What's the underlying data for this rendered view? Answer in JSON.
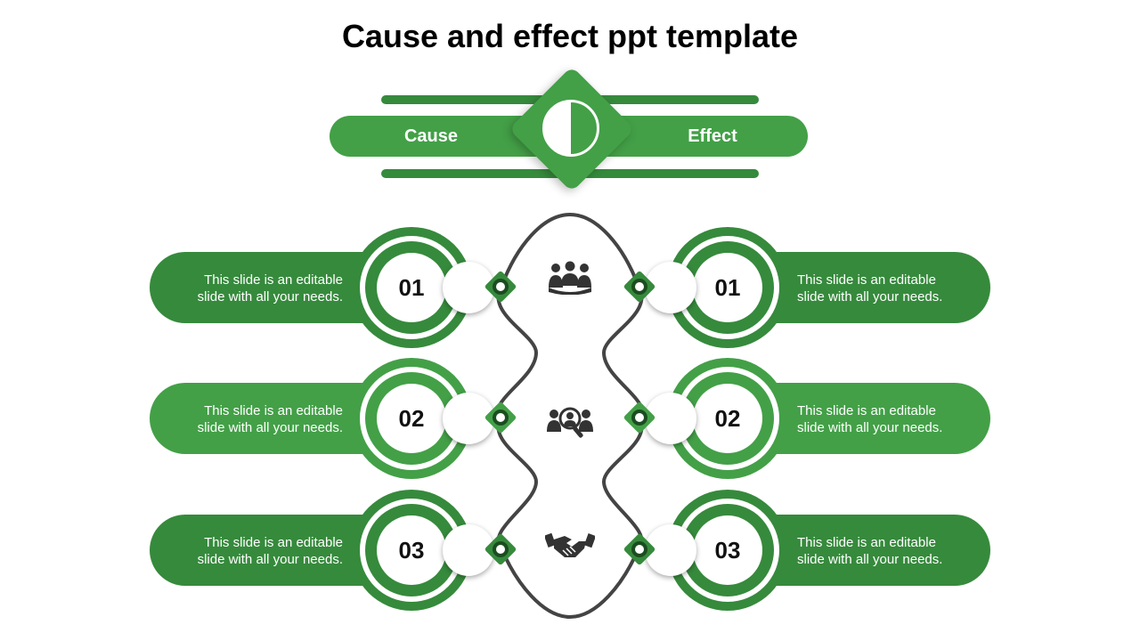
{
  "slide": {
    "title": "Cause and effect ppt template"
  },
  "header": {
    "cause_label": "Cause",
    "effect_label": "Effect"
  },
  "rows": [
    {
      "number": "01",
      "left_text_line1": "This slide is an editable",
      "left_text_line2": "slide with all your needs.",
      "right_text_line1": "This slide is an editable",
      "right_text_line2": "slide with all your needs.",
      "icon": "group-icon",
      "color": "#368a3c"
    },
    {
      "number": "02",
      "left_text_line1": "This slide is an editable",
      "left_text_line2": "slide with all your needs.",
      "right_text_line1": "This slide is an editable",
      "right_text_line2": "slide with all your needs.",
      "icon": "people-search-icon",
      "color": "#43a047"
    },
    {
      "number": "03",
      "left_text_line1": "This slide is an editable",
      "left_text_line2": "slide with all your needs.",
      "right_text_line1": "This slide is an editable",
      "right_text_line2": "slide with all your needs.",
      "icon": "handshake-icon",
      "color": "#368a3c"
    }
  ],
  "colors": {
    "primary": "#43a047",
    "dark": "#368a3c",
    "connector": "#444444",
    "pin_dark": "#1b4d20"
  }
}
